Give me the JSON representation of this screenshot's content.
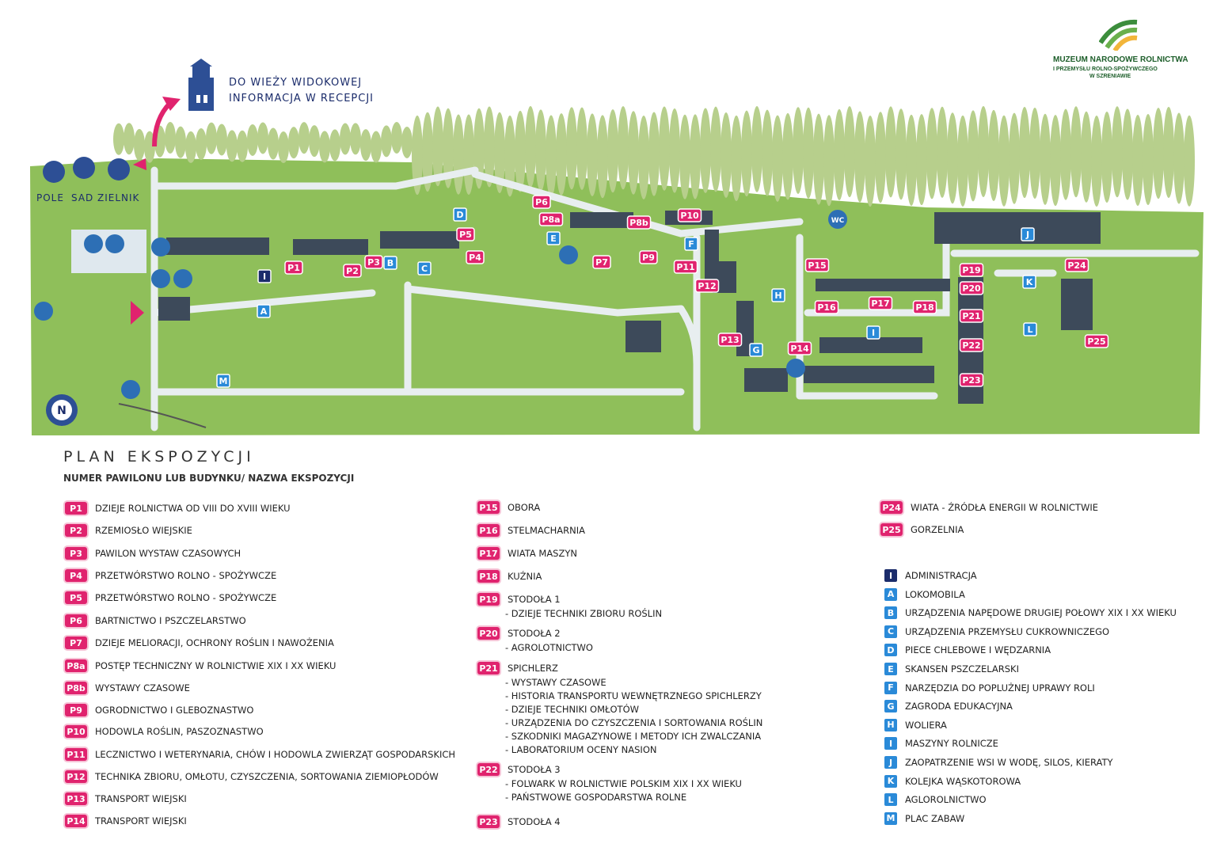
{
  "header": {
    "museum_name": "MUZEUM NARODOWE ROLNICTWA",
    "museum_sub1": "I PRZEMYSŁU ROLNO-SPOŻYWCZEGO",
    "museum_sub2": "W SZRENIAWIE",
    "tower_line1": "DO WIEŻY WIDOKOWEJ",
    "tower_line2": "INFORMACJA W RECEPCJI",
    "field_labels": [
      "POLE",
      "SAD",
      "ZIELNIK"
    ],
    "compass": "N"
  },
  "map_markers": {
    "pavilions": [
      "P1",
      "P2",
      "P3",
      "P4",
      "P5",
      "P6",
      "P7",
      "P8a",
      "P8b",
      "P9",
      "P10",
      "P11",
      "P12",
      "P13",
      "P14",
      "P15",
      "P16",
      "P17",
      "P18",
      "P19",
      "P20",
      "P21",
      "P22",
      "P23",
      "P24",
      "P25"
    ],
    "letters": [
      "I",
      "A",
      "B",
      "C",
      "D",
      "E",
      "F",
      "G",
      "H",
      "I",
      "J",
      "K",
      "L",
      "M"
    ],
    "wc": "WC"
  },
  "legend": {
    "title": "PLAN EKSPOZYCJI",
    "subtitle": "NUMER PAWILONU LUB BUDYNKU/ NAZWA EKSPOZYCJI",
    "col1": [
      {
        "code": "P1",
        "name": "DZIEJE ROLNICTWA OD VIII DO XVIII WIEKU"
      },
      {
        "code": "P2",
        "name": "RZEMIOSŁO WIEJSKIE"
      },
      {
        "code": "P3",
        "name": "PAWILON WYSTAW CZASOWYCH"
      },
      {
        "code": "P4",
        "name": "PRZETWÓRSTWO ROLNO - SPOŻYWCZE"
      },
      {
        "code": "P5",
        "name": "PRZETWÓRSTWO ROLNO - SPOŻYWCZE"
      },
      {
        "code": "P6",
        "name": "BARTNICTWO I PSZCZELARSTWO"
      },
      {
        "code": "P7",
        "name": "DZIEJE MELIORACJI, OCHRONY ROŚLIN I NAWOŻENIA"
      },
      {
        "code": "P8a",
        "name": "POSTĘP TECHNICZNY W ROLNICTWIE XIX I XX WIEKU"
      },
      {
        "code": "P8b",
        "name": "WYSTAWY CZASOWE"
      },
      {
        "code": "P9",
        "name": "OGRODNICTWO I GLEBOZNASTWO"
      },
      {
        "code": "P10",
        "name": "HODOWLA ROŚLIN, PASZOZNASTWO"
      },
      {
        "code": "P11",
        "name": "LECZNICTWO I WETERYNARIA, CHÓW I HODOWLA ZWIERZĄT GOSPODARSKICH"
      },
      {
        "code": "P12",
        "name": "TECHNIKA ZBIORU, OMŁOTU, CZYSZCZENIA, SORTOWANIA ZIEMIOPŁODÓW"
      },
      {
        "code": "P13",
        "name": "TRANSPORT WIEJSKI"
      },
      {
        "code": "P14",
        "name": "TRANSPORT WIEJSKI"
      }
    ],
    "col2": [
      {
        "code": "P15",
        "name": "OBORA",
        "subs": []
      },
      {
        "code": "P16",
        "name": "STELMACHARNIA",
        "subs": []
      },
      {
        "code": "P17",
        "name": "WIATA MASZYN",
        "subs": []
      },
      {
        "code": "P18",
        "name": "KUŹNIA",
        "subs": []
      },
      {
        "code": "P19",
        "name": "STODOŁA 1",
        "subs": [
          "- DZIEJE TECHNIKI ZBIORU ROŚLIN"
        ]
      },
      {
        "code": "P20",
        "name": "STODOŁA 2",
        "subs": [
          "- AGROLOTNICTWO"
        ]
      },
      {
        "code": "P21",
        "name": "SPICHLERZ",
        "subs": [
          "- WYSTAWY CZASOWE",
          "- HISTORIA TRANSPORTU WEWNĘTRZNEGO SPICHLERZY",
          "- DZIEJE TECHNIKI OMŁOTÓW",
          "- URZĄDZENIA DO CZYSZCZENIA I SORTOWANIA ROŚLIN",
          "- SZKODNIKI MAGAZYNOWE I METODY ICH ZWALCZANIA",
          "- LABORATORIUM OCENY NASION"
        ]
      },
      {
        "code": "P22",
        "name": "STODOŁA 3",
        "subs": [
          "- FOLWARK W ROLNICTWIE POLSKIM XIX I XX WIEKU",
          "- PAŃSTWOWE GOSPODARSTWA ROLNE"
        ]
      },
      {
        "code": "P23",
        "name": "STODOŁA 4",
        "subs": []
      }
    ],
    "col3a": [
      {
        "code": "P24",
        "name": "WIATA - ŹRÓDŁA ENERGII W ROLNICTWIE"
      },
      {
        "code": "P25",
        "name": "GORZELNIA"
      }
    ],
    "col3b": [
      {
        "code": "I",
        "name": "ADMINISTRACJA",
        "dark": true
      },
      {
        "code": "A",
        "name": "LOKOMOBILA"
      },
      {
        "code": "B",
        "name": "URZĄDZENIA NAPĘDOWE DRUGIEJ POŁOWY XIX I XX WIEKU"
      },
      {
        "code": "C",
        "name": "URZĄDZENIA PRZEMYSŁU CUKROWNICZEGO"
      },
      {
        "code": "D",
        "name": "PIECE CHLEBOWE I WĘDZARNIA"
      },
      {
        "code": "E",
        "name": "SKANSEN PSZCZELARSKI"
      },
      {
        "code": "F",
        "name": "NARZĘDZIA DO POPLUŻNEJ UPRAWY ROLI"
      },
      {
        "code": "G",
        "name": "ZAGRODA EDUKACYJNA"
      },
      {
        "code": "H",
        "name": "WOLIERA"
      },
      {
        "code": "I",
        "name": "MASZYNY ROLNICZE"
      },
      {
        "code": "J",
        "name": "ZAOPATRZENIE WSI W WODĘ, SILOS, KIERATY"
      },
      {
        "code": "K",
        "name": "KOLEJKA WĄSKOTOROWA"
      },
      {
        "code": "L",
        "name": "AGLOROLNICTWO"
      },
      {
        "code": "M",
        "name": "PLAC ZABAW"
      }
    ]
  },
  "colors": {
    "pink": "#e0236e",
    "blue": "#2a8ad8",
    "navy": "#1b2c6b",
    "grass": "#8fbf5a",
    "path": "#e8eef0"
  }
}
